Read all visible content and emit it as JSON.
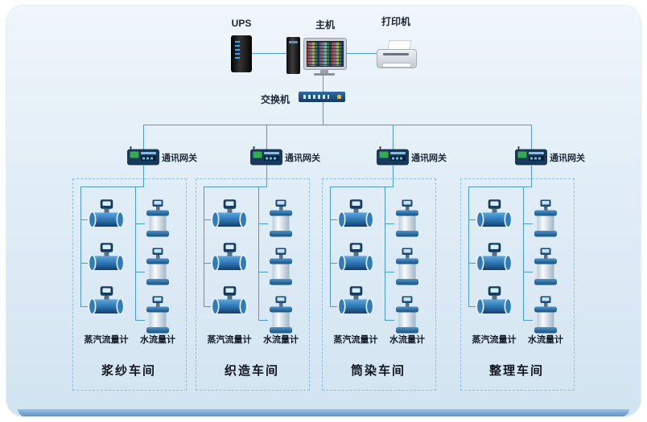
{
  "topology": {
    "ups_label": "UPS",
    "host_label": "主机",
    "printer_label": "打印机",
    "switch_label": "交换机",
    "gateway_label": "通讯网关"
  },
  "meter_labels": {
    "steam": "蒸汽流量计",
    "water": "水流量计"
  },
  "workshops": [
    {
      "name": "浆纱车间"
    },
    {
      "name": "织造车间"
    },
    {
      "name": "筒染车间"
    },
    {
      "name": "整理车间"
    }
  ],
  "colors": {
    "line": "#4a9bd0",
    "panel_top": "#f0f6fb",
    "panel_bottom": "#d2e4f1",
    "device_navy": "#16395c"
  }
}
